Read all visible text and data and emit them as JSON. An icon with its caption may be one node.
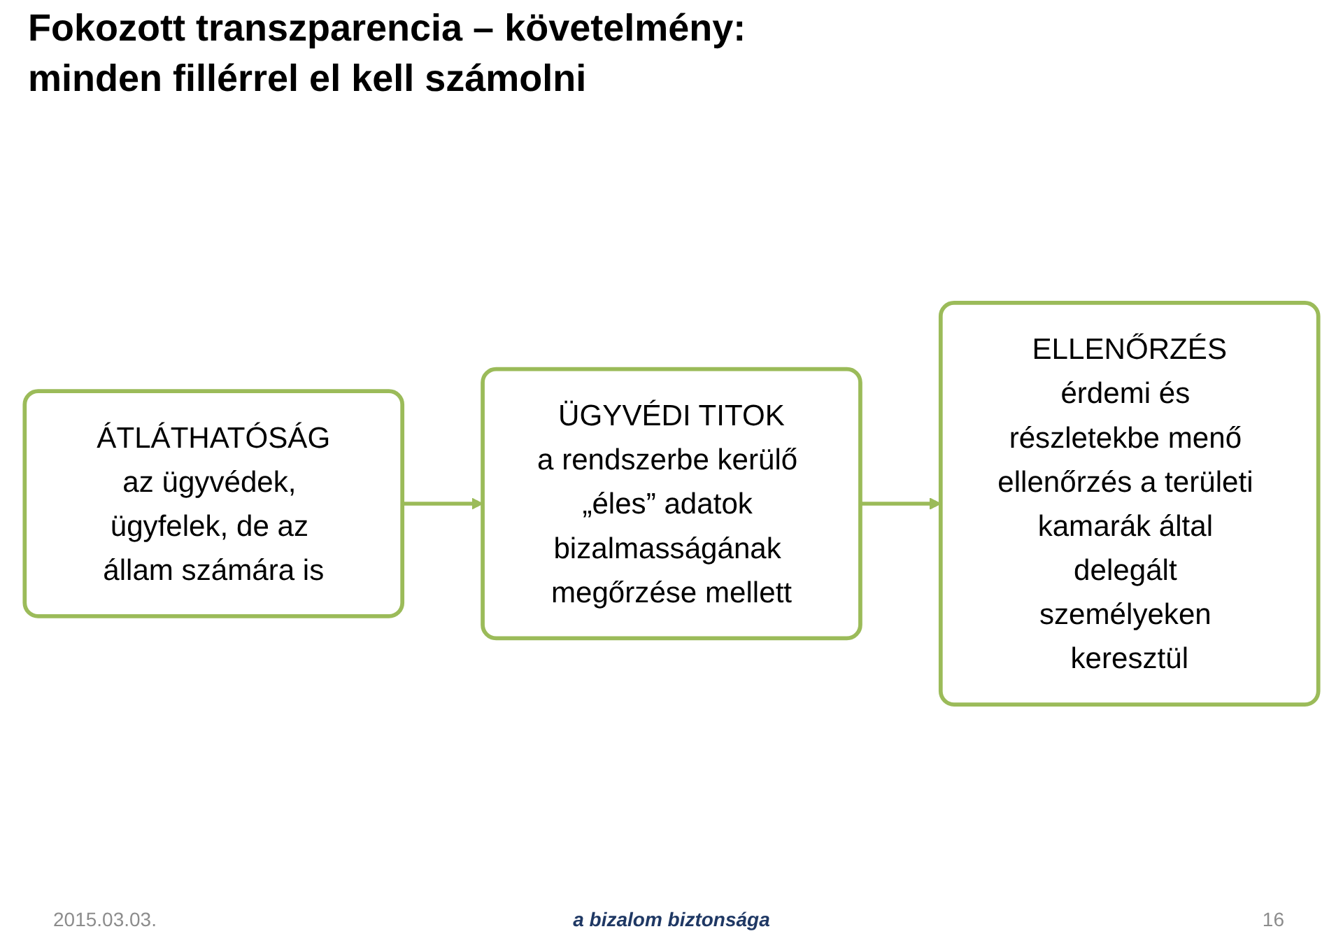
{
  "diagram": {
    "title": "Fokozott transzparencia – követelmény: minden fillérrel el kell számolni",
    "nodes": [
      {
        "text": [
          "ÁTLÁTHATÓSÁG",
          "az ügyvédek, ügyfelek, de az állam számára is"
        ]
      },
      {
        "text": [
          "ÜGYVÉDI TITOK",
          "a rendszerbe kerülő „éles” adatok bizalmasságának megőrzése mellett"
        ]
      },
      {
        "text": [
          "ELLENŐRZÉS",
          "érdemi és részletekbe menő ellenőrzés a területi kamarák által delegált személyeken keresztül"
        ]
      }
    ],
    "edges": [
      {
        "from": 0,
        "to": 1,
        "arrow": "to"
      },
      {
        "from": 1,
        "to": 2,
        "arrow": "to"
      }
    ],
    "labels": [
      "2015.03.03.",
      "a bizalom biztonsága",
      "16"
    ]
  }
}
